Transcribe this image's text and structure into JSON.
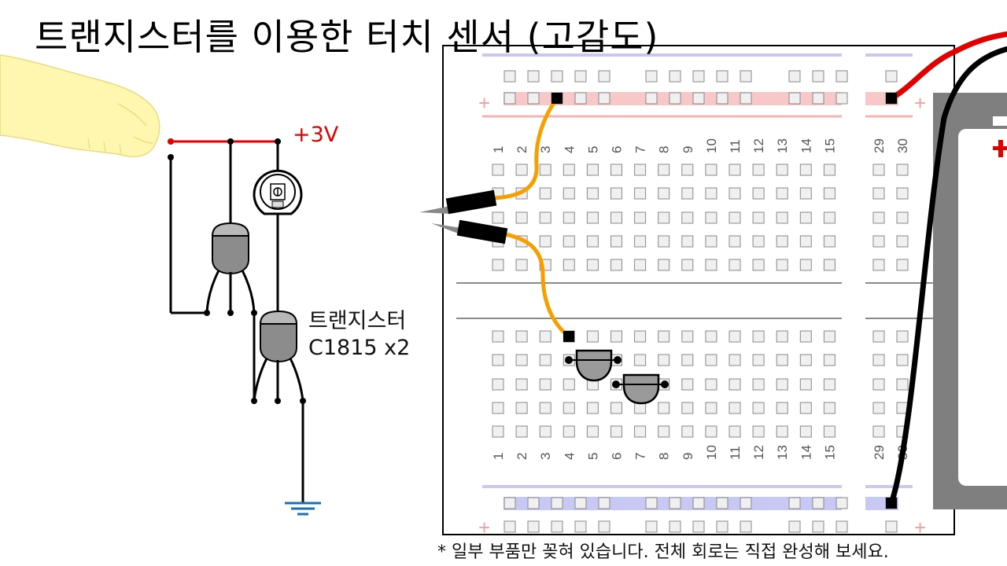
{
  "title": "트랜지스터를 이용한 터치 센서 (고감도)",
  "supply_label": "+3V",
  "transistor_label_line1": "트랜지스터",
  "transistor_label_line2": "C1815 x2",
  "note": "* 일부 부품만 꽂혀 있습니다. 전체 회로는 직접 완성해 보세요.",
  "breadboard": {
    "column_numbers_left": [
      "1",
      "2",
      "3",
      "4",
      "5",
      "6",
      "7",
      "8",
      "9",
      "10",
      "11",
      "12",
      "13",
      "14",
      "15"
    ],
    "column_numbers_right": [
      "29",
      "30"
    ]
  },
  "colors": {
    "positive_wire": "#e00000",
    "negative_wire": "#000000",
    "jumper_wire": "#f5a000",
    "positive_rail": "#f8c8c8",
    "negative_rail": "#c8c8f4",
    "ground_symbol": "#1a6fb5",
    "battery_case": "#7f7f7f",
    "transistor_body": "#8c8c8c"
  }
}
